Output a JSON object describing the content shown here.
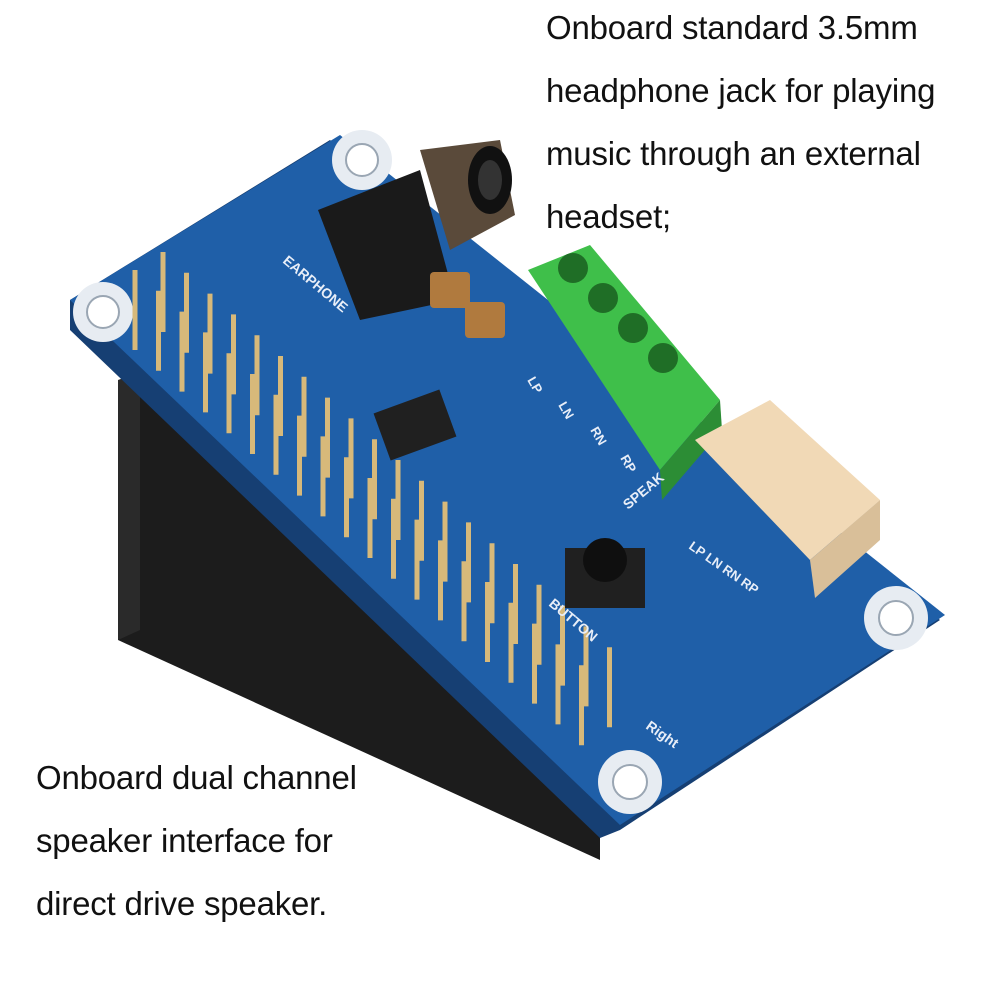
{
  "captions": {
    "top": [
      "Onboard standard 3.5mm",
      "headphone jack for playing",
      "music through an external",
      "headset;"
    ],
    "bottom": [
      "Onboard dual channel",
      "speaker interface for",
      "direct drive speaker."
    ]
  },
  "board_labels": {
    "earphone": "EARPHONE",
    "speaker": "SPEAK",
    "button": "BUTTON",
    "right": "Right",
    "lp": "LP",
    "ln": "LN",
    "rn": "RN",
    "rp": "RP",
    "conn": "LP LN RN RP"
  },
  "colors": {
    "pcb": "#1f5fa8",
    "pcb_dark": "#163f73",
    "header_block": "#1c1c1c",
    "terminal_green": "#3fbf4a",
    "connector_beige": "#f1d9b6",
    "pins": "#d7b97a"
  }
}
